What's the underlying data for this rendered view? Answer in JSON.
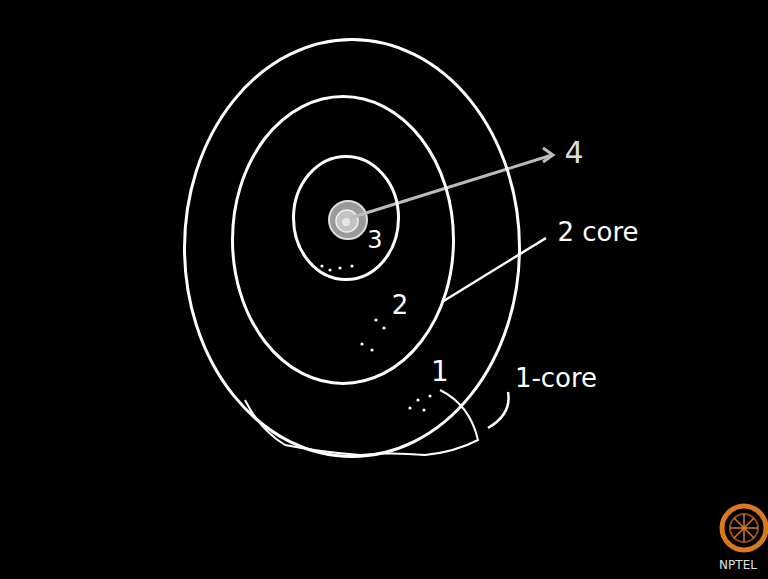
{
  "diagram": {
    "nodes": [
      {
        "text": [
          "1"
        ]
      },
      {
        "text": [
          "2"
        ],
        "in": 0
      },
      {
        "text": [
          "3"
        ],
        "in": 1
      }
    ],
    "labels": [
      "4",
      "2 core",
      "1-core",
      "NPTEL"
    ]
  }
}
